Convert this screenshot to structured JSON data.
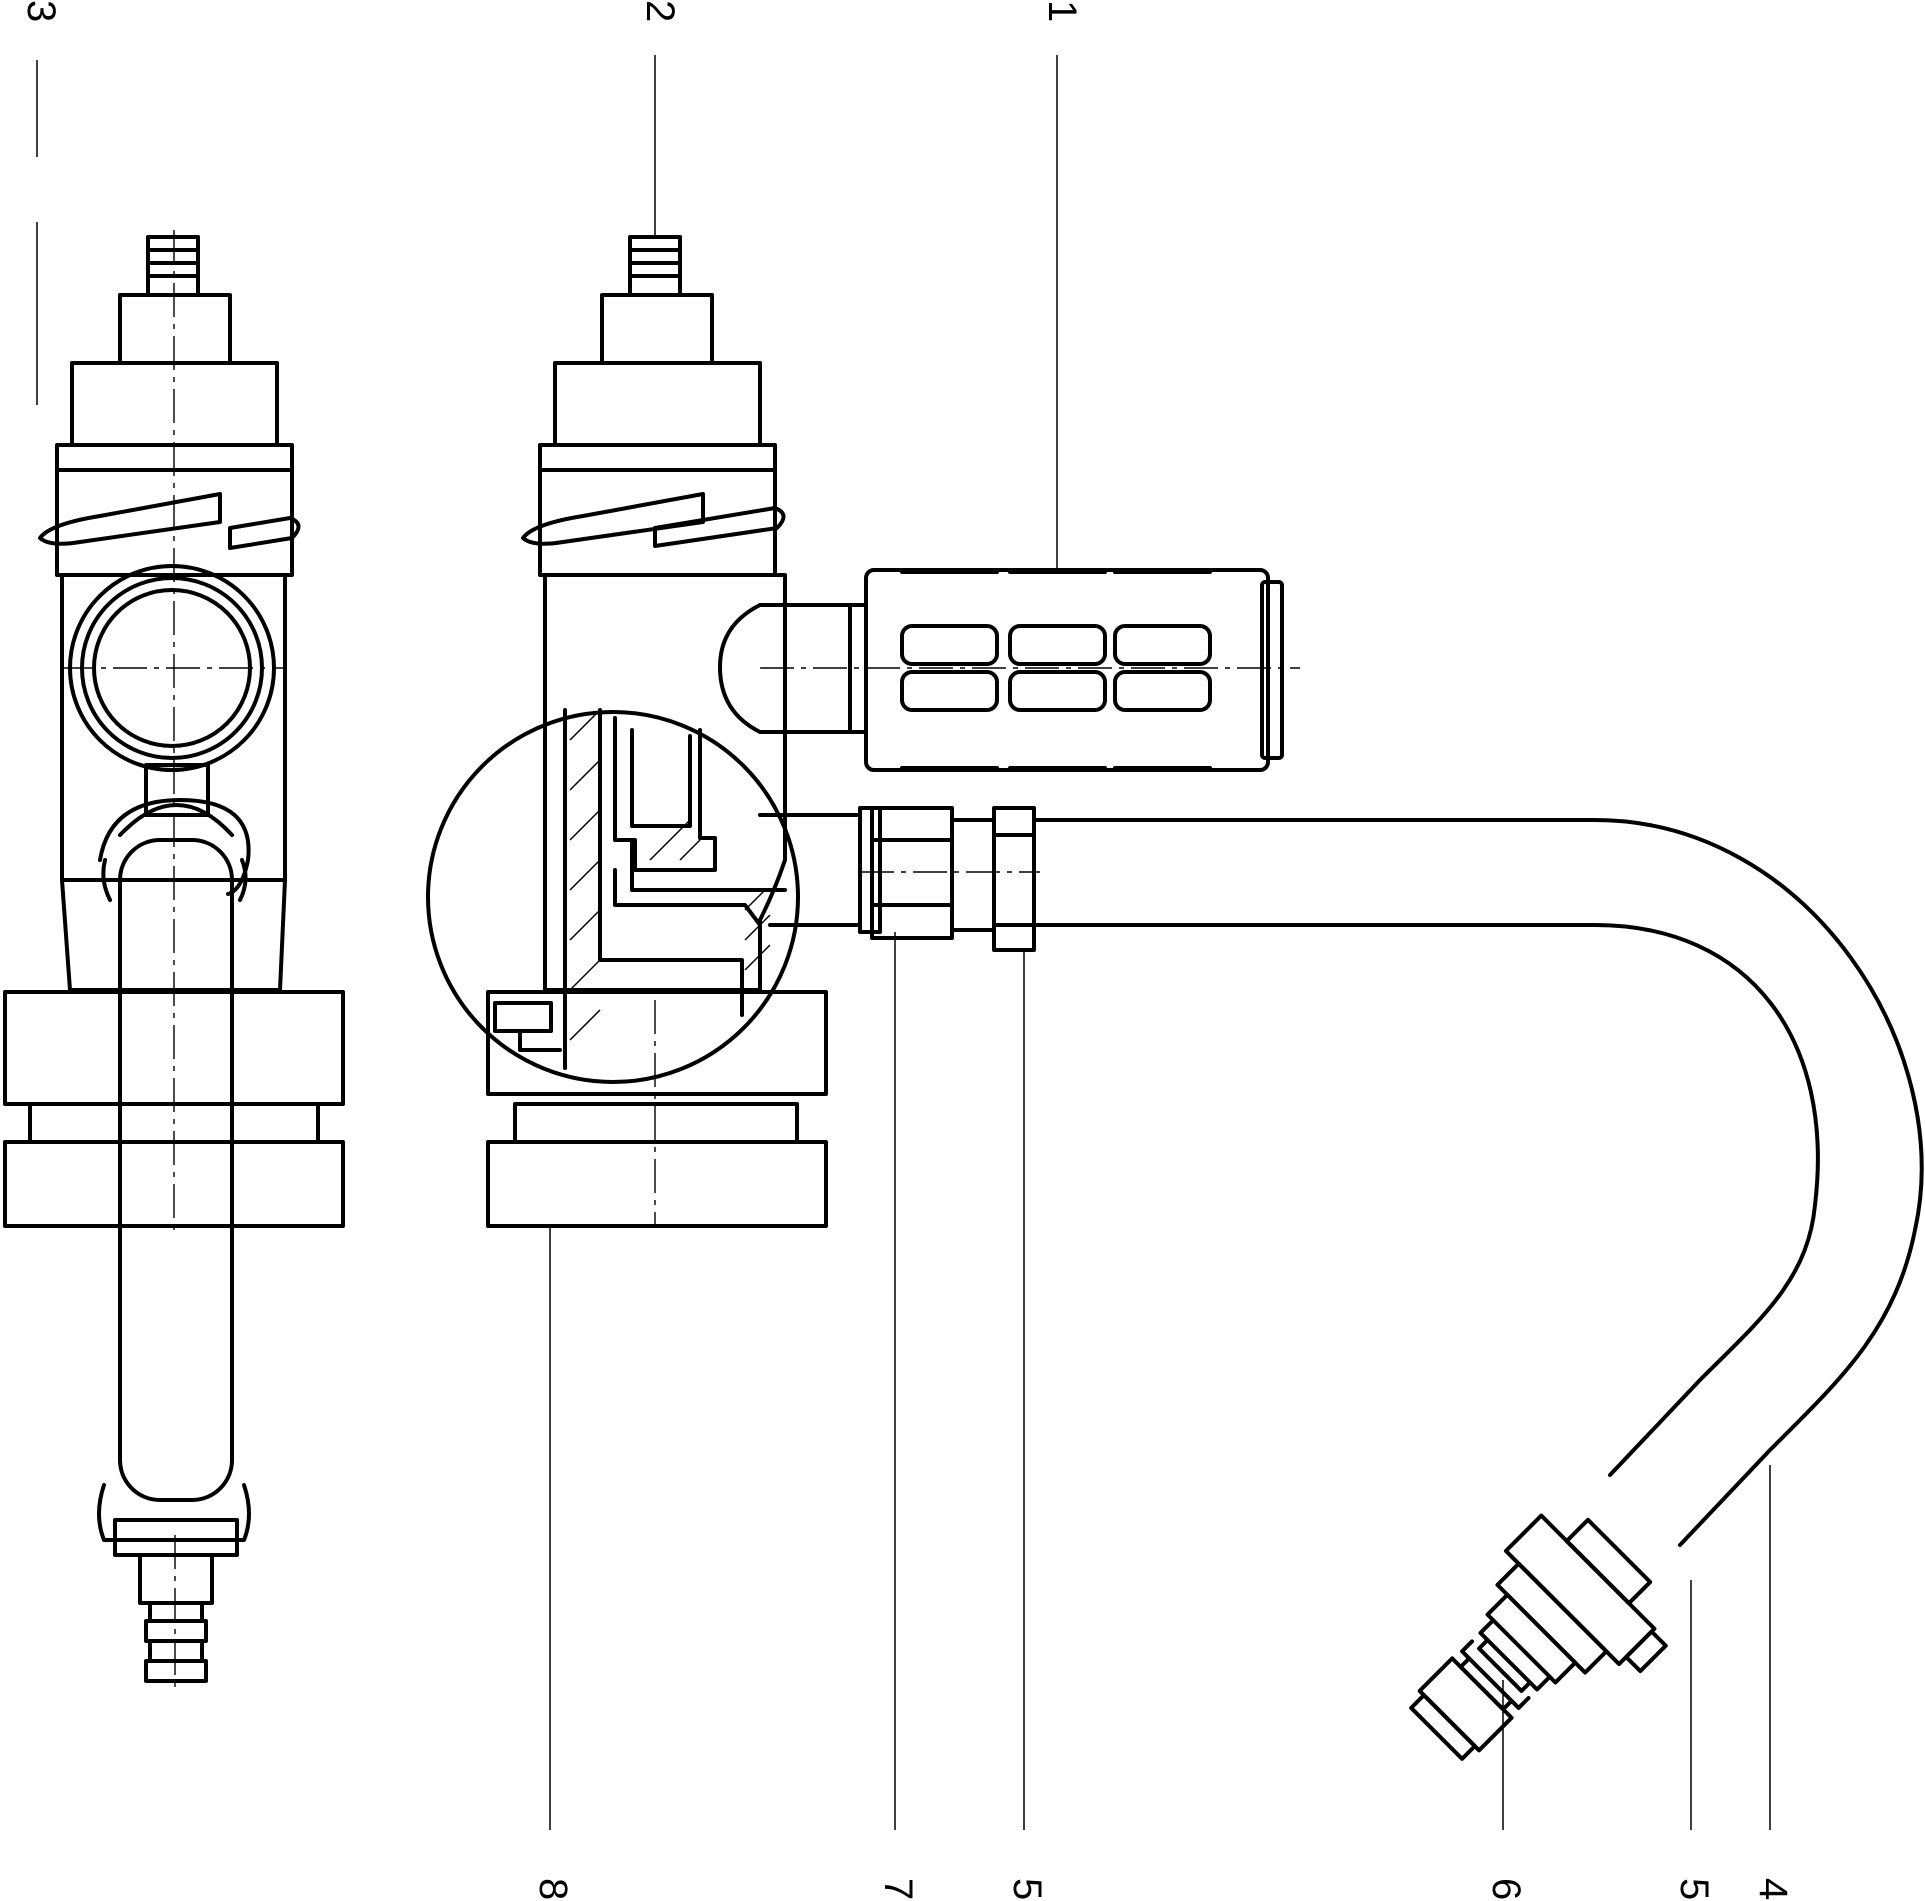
{
  "callouts": {
    "top": [
      {
        "id": "c3",
        "label": "3"
      },
      {
        "id": "c2",
        "label": "2"
      },
      {
        "id": "c1",
        "label": "1"
      }
    ],
    "bottom": [
      {
        "id": "c8",
        "label": "8"
      },
      {
        "id": "c7",
        "label": "7"
      },
      {
        "id": "c5a",
        "label": "5"
      },
      {
        "id": "c6",
        "label": "6"
      },
      {
        "id": "c5b",
        "label": "5"
      },
      {
        "id": "c4",
        "label": "4"
      }
    ]
  },
  "views": [
    "side-view",
    "front-view-with-section-detail"
  ],
  "colors": {
    "line": "#000000",
    "background": "#ffffff"
  }
}
